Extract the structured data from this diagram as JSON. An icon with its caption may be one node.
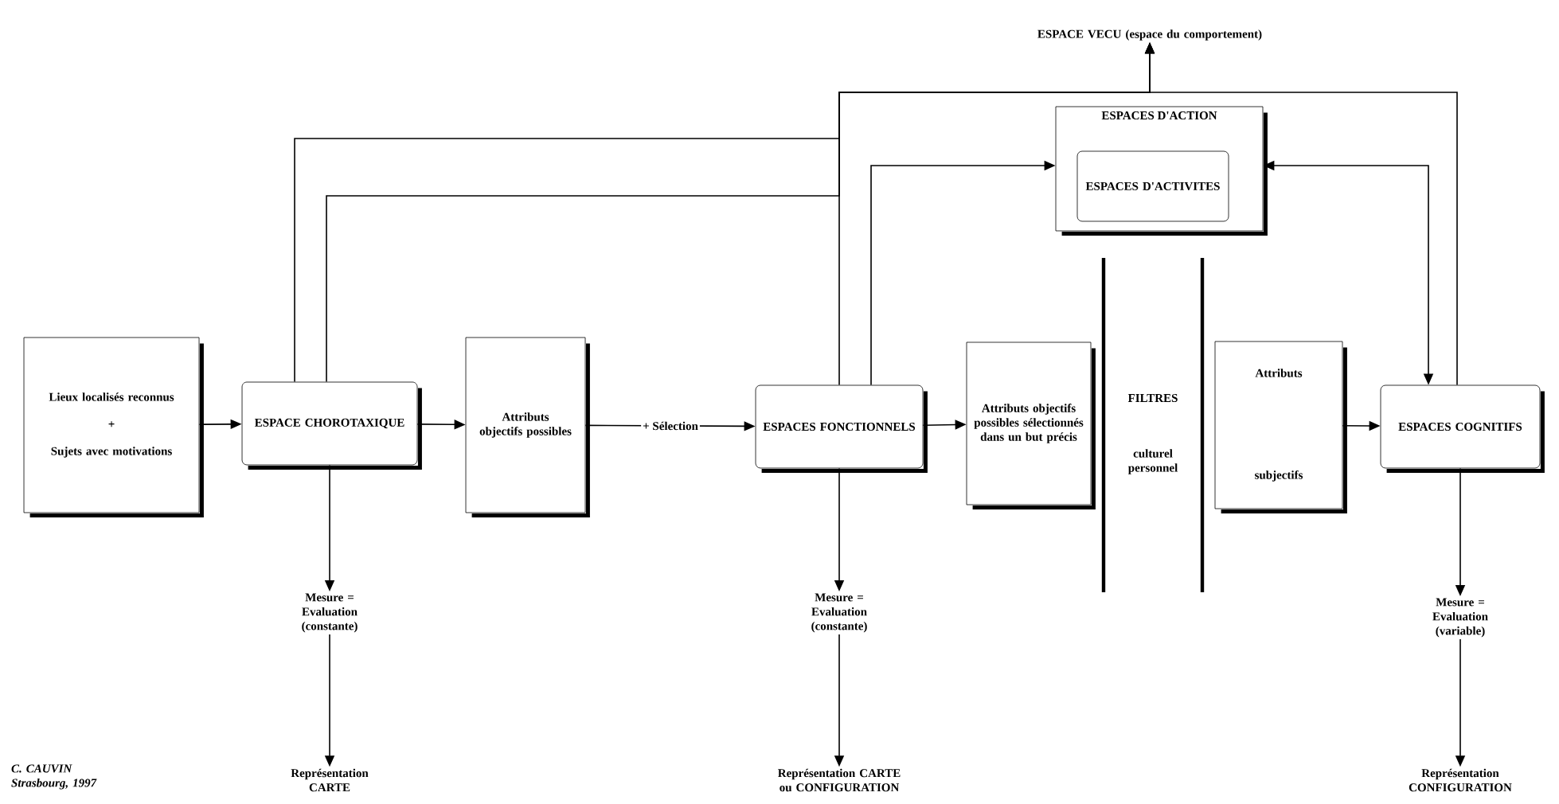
{
  "diagram": {
    "nodes": [
      {
        "text": [
          "Lieux localisés reconnus",
          "+",
          "Sujets avec motivations"
        ]
      },
      {
        "text": [
          "ESPACE CHOROTAXIQUE"
        ]
      },
      {
        "text": [
          "Attributs objectifs possibles"
        ]
      },
      {
        "text": [
          "ESPACES FONCTIONNELS"
        ]
      },
      {
        "text": [
          "Attributs objectifs possibles sélectionnés dans un but précis"
        ]
      },
      {
        "text": [
          "Attributs",
          "subjectifs"
        ]
      },
      {
        "text": [
          "ESPACES COGNITIFS"
        ]
      },
      {
        "text": [
          "ESPACES D'ACTION"
        ]
      },
      {
        "text": [
          "ESPACES D'ACTIVITES"
        ],
        "in": 7
      },
      {
        "text": [
          "ESPACE VECU (espace du comportement)"
        ]
      },
      {
        "text": [
          "Mesure = Evaluation (constante)"
        ]
      },
      {
        "text": [
          "Représentation CARTE"
        ]
      },
      {
        "text": [
          "Mesure = Evaluation (constante)"
        ]
      },
      {
        "text": [
          "Représentation CARTE ou CONFIGURATION"
        ]
      },
      {
        "text": [
          "Mesure = Evaluation (variable)"
        ]
      },
      {
        "text": [
          "Représentation CONFIGURATION"
        ]
      }
    ],
    "edges": [
      {
        "from": 0,
        "to": 1,
        "arrow": "to"
      },
      {
        "from": 1,
        "to": 2,
        "arrow": "to"
      },
      {
        "from": 2,
        "to": 3,
        "arrow": "to",
        "label": "+ Sélection"
      },
      {
        "from": 3,
        "to": 4,
        "arrow": "to"
      },
      {
        "from": 5,
        "to": 6,
        "arrow": "to"
      },
      {
        "from": 1,
        "to": 10,
        "arrow": "to"
      },
      {
        "from": 10,
        "to": 11,
        "arrow": "to"
      },
      {
        "from": 3,
        "to": 12,
        "arrow": "to"
      },
      {
        "from": 12,
        "to": 13,
        "arrow": "to"
      },
      {
        "from": 6,
        "to": 14,
        "arrow": "to"
      },
      {
        "from": 14,
        "to": 15,
        "arrow": "to"
      },
      {
        "from": 1,
        "to": 9,
        "arrow": "to"
      },
      {
        "from": 1,
        "to": 9,
        "arrow": "to"
      },
      {
        "from": 3,
        "to": 9,
        "arrow": "to"
      },
      {
        "from": 6,
        "to": 9,
        "arrow": "to"
      },
      {
        "from": 3,
        "to": 7,
        "arrow": "to"
      },
      {
        "from": 6,
        "to": 7,
        "arrow": "both"
      }
    ],
    "labels": [
      "FILTRES",
      "culturel personnel",
      "C. CAUVIN Strasbourg, 1997"
    ]
  }
}
